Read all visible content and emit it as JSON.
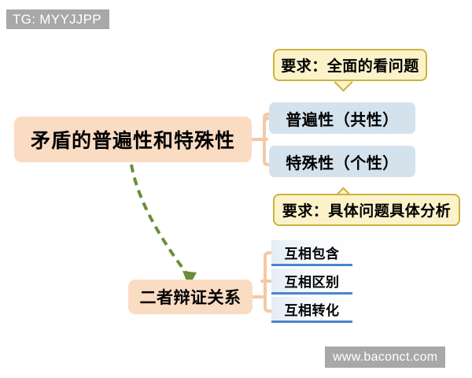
{
  "watermarks": {
    "top_left": "TG: MYYJJPP",
    "bottom_right": "www.baconct.com"
  },
  "diagram": {
    "type": "mind-map",
    "root": {
      "label": "矛盾的普遍性和特殊性",
      "color": "#fadcc3"
    },
    "branches": [
      {
        "label": "普遍性（共性）",
        "color": "#d4e2ed",
        "callout": {
          "label": "要求：全面的看问题",
          "color": "#fbf2ca",
          "border_color": "#cbb23e",
          "position": "above"
        }
      },
      {
        "label": "特殊性（个性）",
        "color": "#d4e2ed",
        "callout": {
          "label": "要求：具体问题具体分析",
          "color": "#fbf2ca",
          "border_color": "#cbb23e",
          "position": "below"
        }
      }
    ],
    "relation_node": {
      "label": "二者辩证关系",
      "color": "#fadcc3",
      "arrow_color": "#6b8e3a",
      "arrow_style": "dashed-curved"
    },
    "aspects": [
      {
        "label": "互相包含",
        "rule_color": "#4a86c8"
      },
      {
        "label": "互相区别",
        "rule_color": "#4a86c8"
      },
      {
        "label": "互相转化",
        "rule_color": "#4a86c8"
      }
    ],
    "connector_color": "#f3c9a5"
  }
}
